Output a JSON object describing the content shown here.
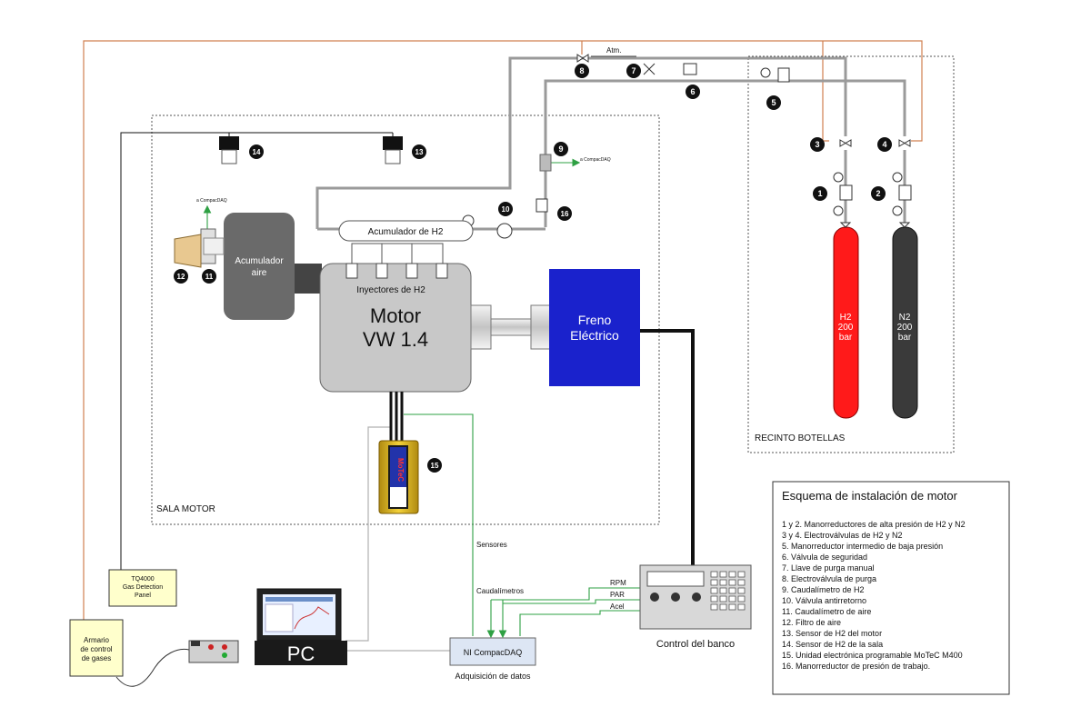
{
  "colors": {
    "pipe": "#9a9a9a",
    "signal_green": "#2ea043",
    "alarm_line": "#d08050",
    "h2_bottle": "#ff1a1a",
    "n2_bottle": "#3a3a3a",
    "brake": "#1a22cc",
    "engine": "#c8c8c8",
    "air_accumulator": "#6a6a6a"
  },
  "zones": {
    "engine_room": "SALA MOTOR",
    "bottle_enclosure": "RECINTO BOTELLAS"
  },
  "components": {
    "engine_line1": "Motor",
    "engine_line2": "VW 1.4",
    "injectors": "Inyectores de H2",
    "h2_accumulator": "Acumulador de H2",
    "air_accumulator_line1": "Acumulador",
    "air_accumulator_line2": "aire",
    "brake_line1": "Freno",
    "brake_line2": "Eléctrico",
    "h2_bottle": [
      "H2",
      "200",
      "bar"
    ],
    "n2_bottle": [
      "N2",
      "200",
      "bar"
    ],
    "gas_panel": [
      "TQ4000",
      "Gas Detection",
      "Panel"
    ],
    "gas_cabinet": [
      "Armario",
      "de control",
      "de gases"
    ],
    "pc": "PC",
    "daq_box": "NI CompacDAQ",
    "daq_caption": "Adquisición de datos",
    "bench_caption": "Control del banco",
    "motec_logo": "MoTeC",
    "motec_model": "M400"
  },
  "signals": {
    "atm": "Atm.",
    "to_daq_a": "a CompacDAQ",
    "to_daq_b": "a CompacDAQ",
    "sensors": "Sensores",
    "flowmeters": "Caudalímetros",
    "rpm": "RPM",
    "torque": "PAR",
    "throttle": "Acel"
  },
  "markers": [
    "1",
    "2",
    "3",
    "4",
    "5",
    "6",
    "7",
    "8",
    "9",
    "10",
    "11",
    "12",
    "13",
    "14",
    "15",
    "16"
  ],
  "legend": {
    "title": "Esquema de instalación de motor",
    "items": [
      "1 y 2. Manorreductores de alta presión de H2 y N2",
      "3 y 4. Electroválvulas de H2 y N2",
      "5. Manorreductor intermedio de baja presión",
      "6. Válvula de seguridad",
      "7. Llave de purga manual",
      "8. Electroválvula de purga",
      "9. Caudalímetro de H2",
      "10. Válvula antirretorno",
      "11. Caudalímetro de aire",
      "12. Filtro de aire",
      "13. Sensor de H2 del motor",
      "14. Sensor de H2 de la sala",
      "15. Unidad electrónica programable MoTeC M400",
      "16. Manorreductor de presión de trabajo."
    ]
  }
}
